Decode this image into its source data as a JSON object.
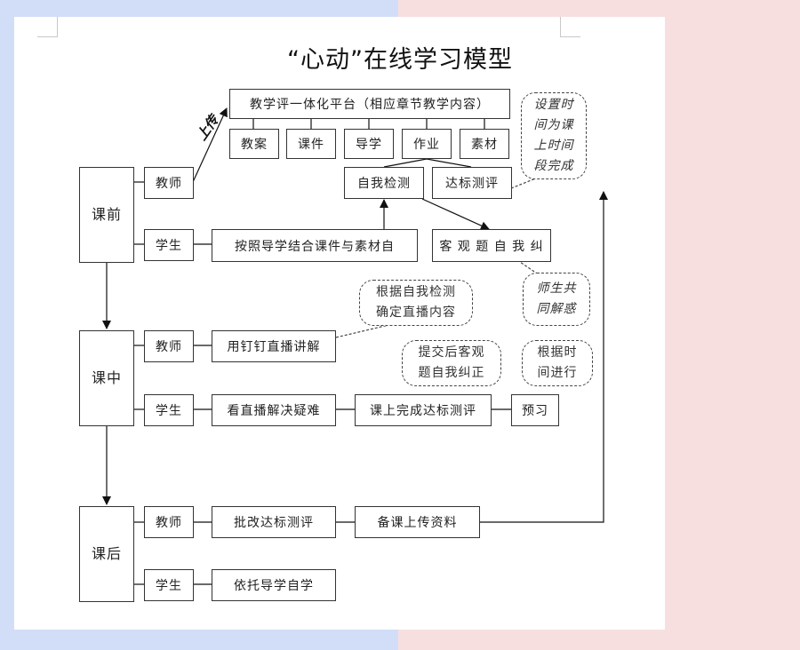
{
  "title": "“心动”在线学习模型",
  "stages": {
    "before": "课前",
    "during": "课中",
    "after": "课后"
  },
  "roles": {
    "teacher": "教师",
    "student": "学生"
  },
  "before": {
    "platform": "教学评一体化平台（相应章节教学内容）",
    "resources": [
      "教案",
      "课件",
      "导学",
      "作业",
      "素材"
    ],
    "self_check": "自我检测",
    "standard_test": "达标测评",
    "student_task": "按照导学结合课件与素材自",
    "objective_correct": "客 观 题 自 我 纠",
    "upload_label": "上传",
    "note_time": [
      "设置时",
      "间为课",
      "上时间",
      "段完成"
    ],
    "note_joint": [
      "师生共",
      "同解惑"
    ]
  },
  "during": {
    "teacher_task": "用钉钉直播讲解",
    "student_task": "看直播解决疑难",
    "class_test": "课上完成达标测评",
    "preview": "预习",
    "note_live": [
      "根据自我检测",
      "确定直播内容"
    ],
    "note_submit": [
      "提交后客观",
      "题自我纠正"
    ],
    "note_time2": [
      "根据时",
      "间进行"
    ]
  },
  "after": {
    "teacher_task1": "批改达标测评",
    "teacher_task2": "备课上传资料",
    "student_task": "依托导学自学"
  }
}
